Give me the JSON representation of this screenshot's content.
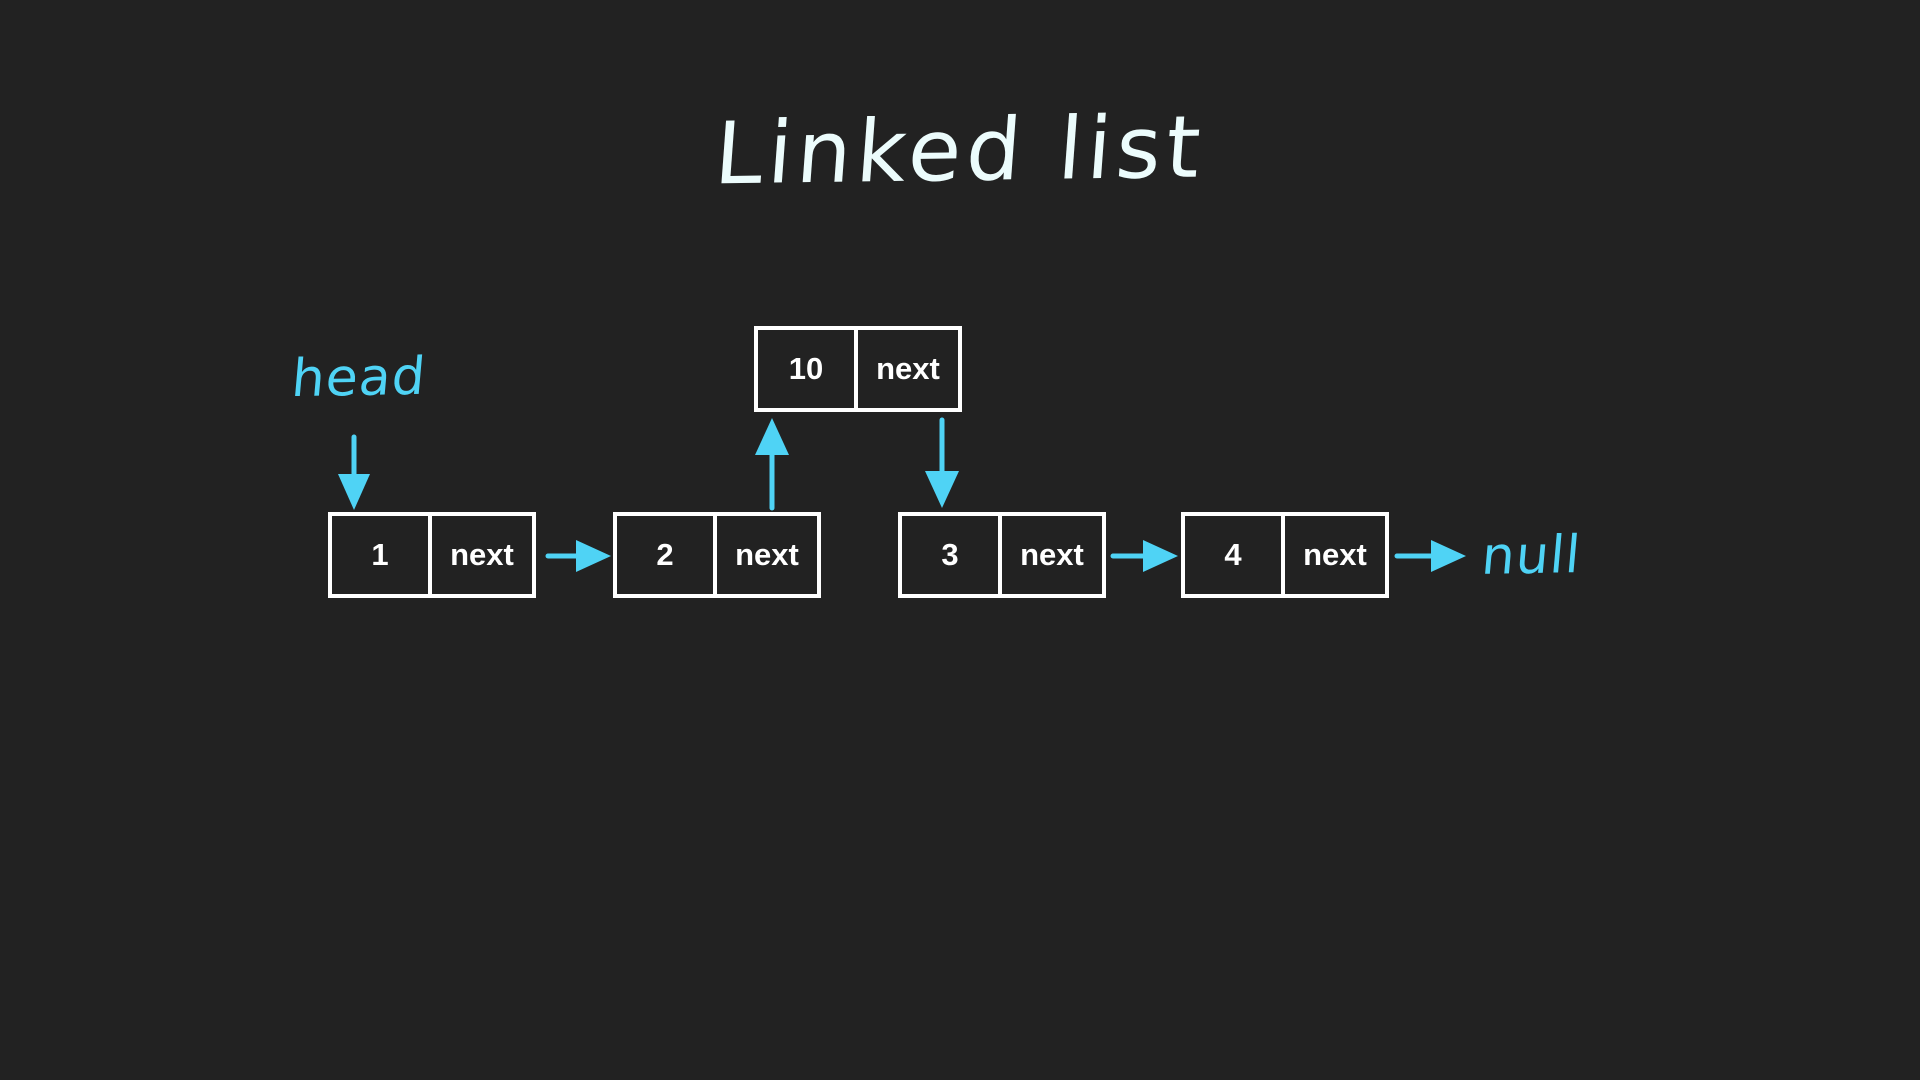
{
  "page": {
    "title": "Linked list",
    "background_color": "#222222",
    "title_color": "#ecfcfc",
    "accent_color": "#4fd3f5",
    "node_border_color": "#ffffff",
    "node_text_color": "#ffffff"
  },
  "diagram": {
    "type": "linked-list",
    "head_label": "head",
    "null_label": "null",
    "next_label": "next",
    "nodes": [
      {
        "id": "node-1",
        "value": "1",
        "next_label": "next"
      },
      {
        "id": "node-2",
        "value": "2",
        "next_label": "next"
      },
      {
        "id": "node-10",
        "value": "10",
        "next_label": "next"
      },
      {
        "id": "node-3",
        "value": "3",
        "next_label": "next"
      },
      {
        "id": "node-4",
        "value": "4",
        "next_label": "next"
      }
    ],
    "connections": [
      {
        "from": "head",
        "to": "node-1",
        "direction": "down"
      },
      {
        "from": "node-1",
        "to": "node-2",
        "direction": "right"
      },
      {
        "from": "node-2",
        "to": "node-10",
        "direction": "up"
      },
      {
        "from": "node-10",
        "to": "node-3",
        "direction": "down"
      },
      {
        "from": "node-3",
        "to": "node-4",
        "direction": "right"
      },
      {
        "from": "node-4",
        "to": "null",
        "direction": "right"
      }
    ]
  }
}
